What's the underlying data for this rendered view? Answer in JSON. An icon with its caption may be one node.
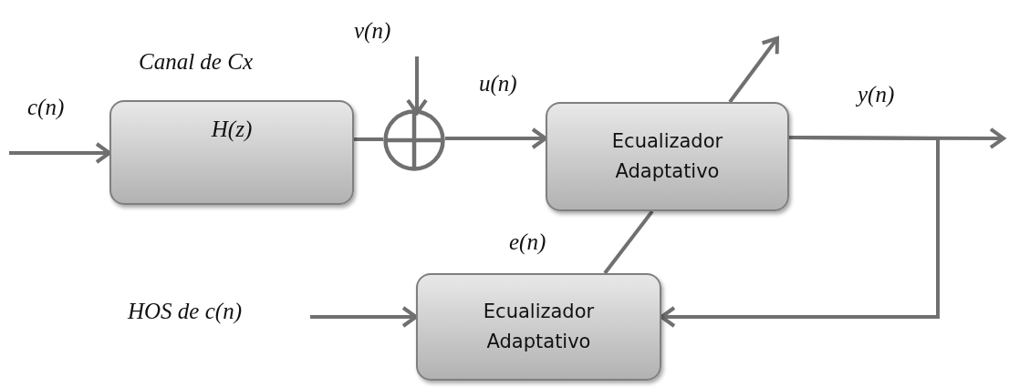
{
  "diagram": {
    "nodes": [
      {
        "text": [
          "Canal de Cx",
          "H(z)"
        ]
      },
      {
        "text": [
          "v(n)"
        ]
      },
      {
        "text": [],
        "shape": "circle"
      },
      {
        "text": [
          "Ecualizador Adaptativo"
        ]
      },
      {
        "text": [
          "HOS de c(n)"
        ]
      },
      {
        "text": [
          "Ecualizador Adaptativo"
        ]
      }
    ],
    "edges": [
      {
        "from": null,
        "to": 0,
        "arrow": "to",
        "label": "c(n)"
      },
      {
        "from": 1,
        "to": 2,
        "arrow": "to"
      },
      {
        "from": 0,
        "to": 2,
        "arrow": "none"
      },
      {
        "from": 2,
        "to": 3,
        "arrow": "to",
        "label": "u(n)"
      },
      {
        "from": 3,
        "to": null,
        "arrow": "to",
        "label": "y(n)"
      },
      {
        "from": 3,
        "to": 5,
        "arrow": "to"
      },
      {
        "from": 4,
        "to": 5,
        "arrow": "to"
      },
      {
        "from": 5,
        "to": 3,
        "arrow": "none",
        "label": "e(n)"
      },
      {
        "from": 3,
        "to": null,
        "arrow": "to"
      }
    ]
  }
}
